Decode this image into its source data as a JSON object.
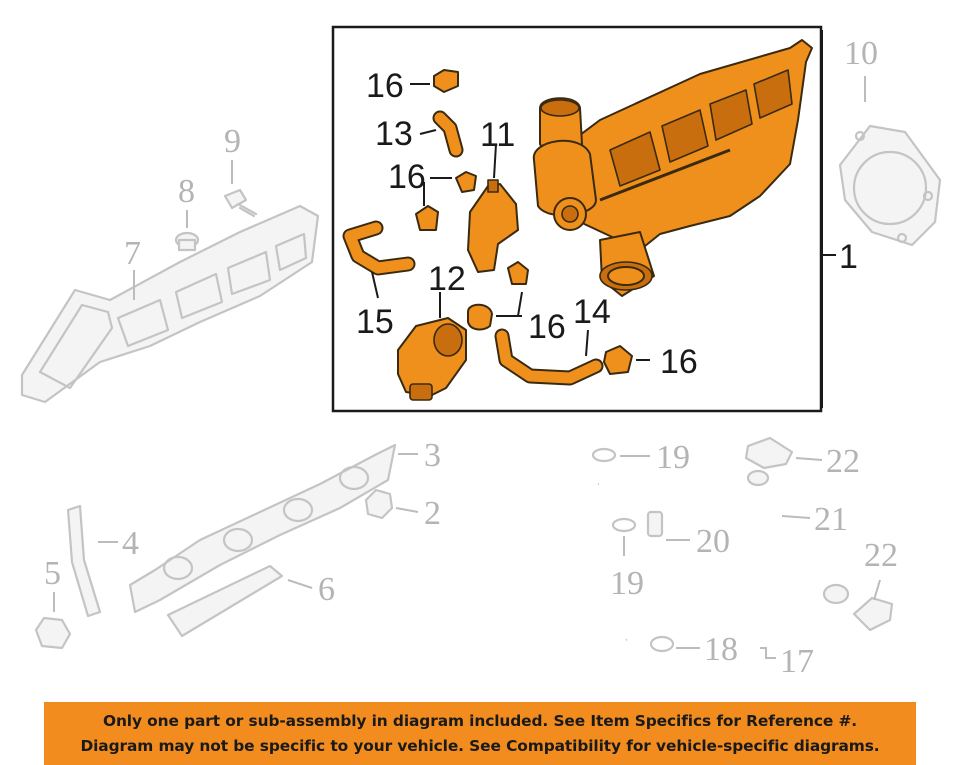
{
  "callouts": {
    "c1": "1",
    "c2": "2",
    "c3": "3",
    "c4": "4",
    "c5": "5",
    "c6": "6",
    "c7": "7",
    "c8": "8",
    "c9": "9",
    "c10": "10",
    "c11": "11",
    "c12": "12",
    "c13": "13",
    "c14": "14",
    "c15": "15",
    "c16a": "16",
    "c16b": "16",
    "c16c": "16",
    "c16d": "16",
    "c17": "17",
    "c18": "18",
    "c19a": "19",
    "c19b": "19",
    "c20": "20",
    "c21": "21",
    "c22a": "22",
    "c22b": "22"
  },
  "colors": {
    "highlight": "#f0901c",
    "banner": "#f28c1f",
    "ghost": "#c4c4c4",
    "text": "#1a1a1a"
  },
  "disclaimer": {
    "line1": "Only one part or sub-assembly in diagram included. See Item Specifics for Reference #.",
    "line2": "Diagram may not be specific to your vehicle. See Compatibility for vehicle-specific diagrams."
  }
}
